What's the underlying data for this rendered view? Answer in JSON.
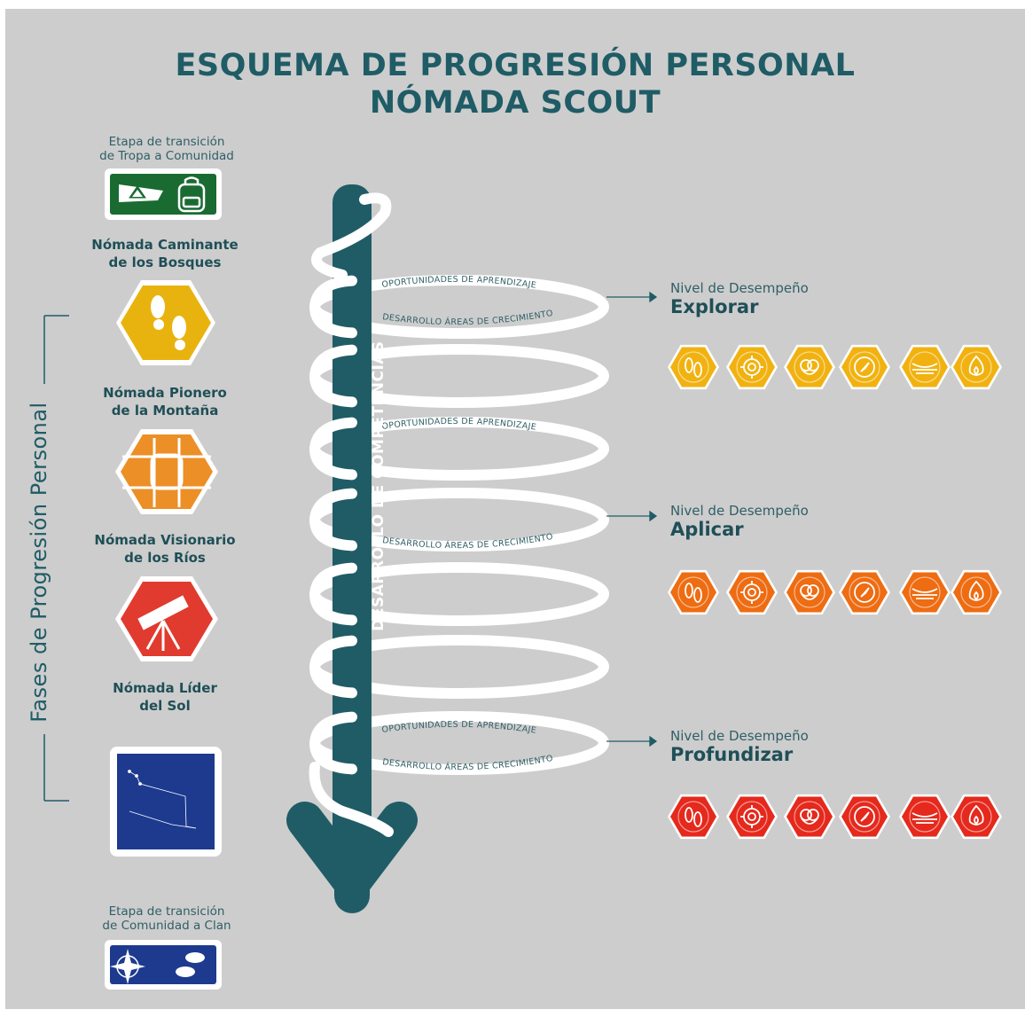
{
  "title_line1": "ESQUEMA DE PROGRESIÓN PERSONAL",
  "title_line2": "NÓMADA SCOUT",
  "side_label": "Fases de Progresión Personal",
  "spiral_label": "DESARROLLO DE COMPETENCIAS",
  "transition_top": {
    "line1": "Etapa de transición",
    "line2": "de Tropa a Comunidad"
  },
  "transition_bottom": {
    "line1": "Etapa de transición",
    "line2": "de Comunidad a Clan"
  },
  "phases": [
    {
      "line1": "Nómada Caminante",
      "line2": "de los Bosques",
      "color": "#e9b30f",
      "icon": "footprints-icon"
    },
    {
      "line1": "Nómada Pionero",
      "line2": "de la Montaña",
      "color": "#ec8f26",
      "icon": "rope-bridge-icon"
    },
    {
      "line1": "Nómada Visionario",
      "line2": "de los Ríos",
      "color": "#e03b2e",
      "icon": "telescope-icon"
    },
    {
      "line1": "Nómada Líder",
      "line2": "del Sol",
      "color": "#1d3a8f",
      "icon": "constellation-icon"
    }
  ],
  "spiral_texts": {
    "learning": "OPORTUNIDADES DE APRENDIZAJE",
    "growth": "DESARROLLO ÁREAS DE CRECIMIENTO"
  },
  "levels": [
    {
      "subtitle": "Nivel de Desempeño",
      "name": "Explorar",
      "color": "#f1b211"
    },
    {
      "subtitle": "Nivel de Desempeño",
      "name": "Aplicar",
      "color": "#ee6c12"
    },
    {
      "subtitle": "Nivel de Desempeño",
      "name": "Profundizar",
      "color": "#e5291c"
    }
  ],
  "area_icons": [
    "feet-icon",
    "gear-head-icon",
    "heart-knot-icon",
    "compass-icon",
    "bridge-icon",
    "flame-icon"
  ],
  "colors": {
    "background": "#cdcdcd",
    "teal": "#1f5c66",
    "spiral": "#ffffff",
    "transition_green": "#1a6b32",
    "transition_blue": "#1d3a8f"
  }
}
